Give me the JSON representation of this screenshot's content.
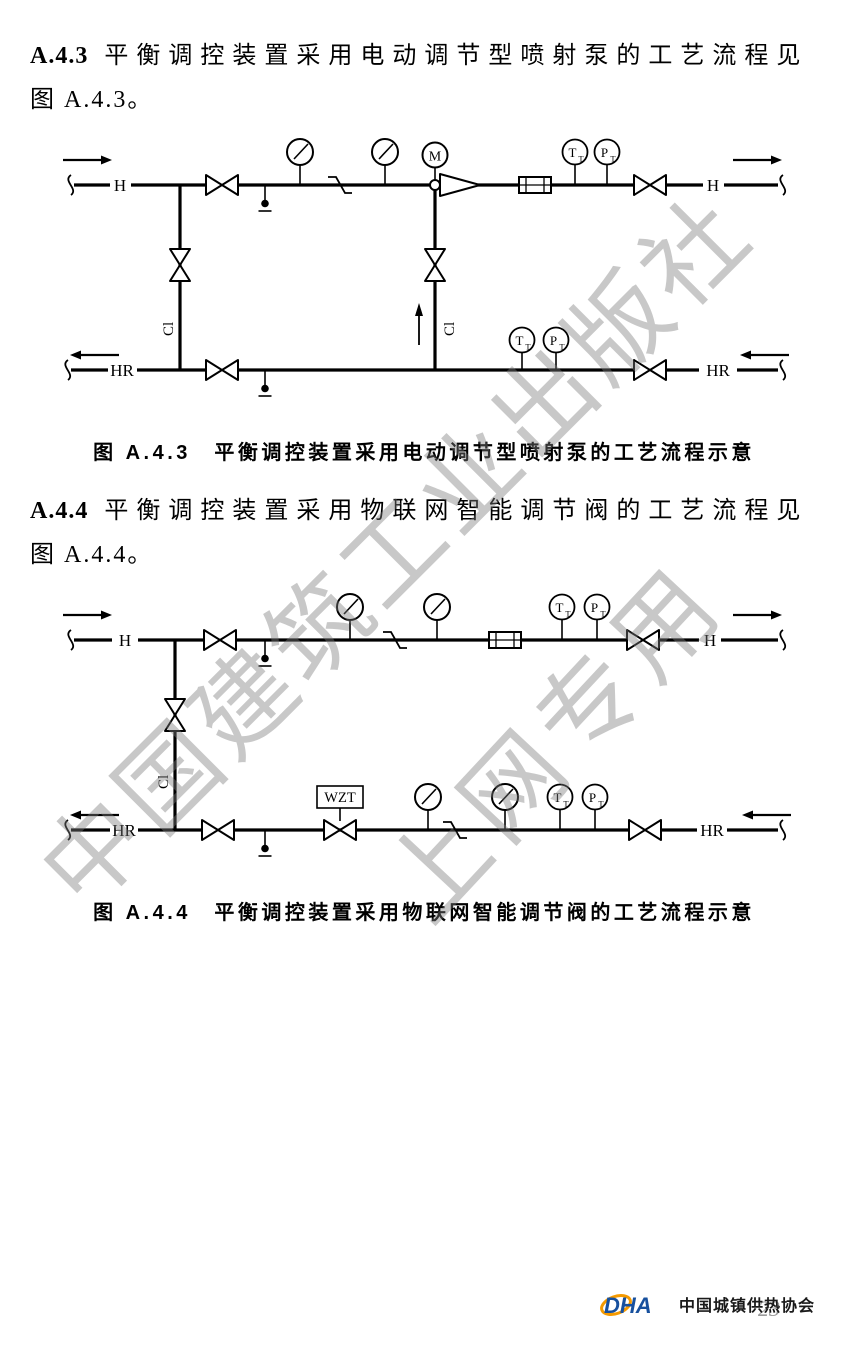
{
  "sections": [
    {
      "num": "A.4.3",
      "body": "平衡调控装置采用电动调节型喷射泵的工艺流程见",
      "body2": "图 A.4.3。",
      "caption": "图 A.4.3　平衡调控装置采用电动调节型喷射泵的工艺流程示意"
    },
    {
      "num": "A.4.4",
      "body": "平衡调控装置采用物联网智能调节阀的工艺流程见",
      "body2": "图 A.4.4。",
      "caption": "图 A.4.4　平衡调控装置采用物联网智能调节阀的工艺流程示意"
    }
  ],
  "symbols": {
    "supply": "H",
    "ret": "HR",
    "bypass": "Cl",
    "motor": "M",
    "temp": "T",
    "temp_sub": "T",
    "press": "P",
    "press_sub": "T",
    "smart_valve": "WZT"
  },
  "watermarks": {
    "publisher": "中国建筑工业出版社",
    "usage": "上网专用"
  },
  "footer": {
    "logo": "DHA",
    "org": "中国城镇供热协会",
    "page": "23"
  }
}
